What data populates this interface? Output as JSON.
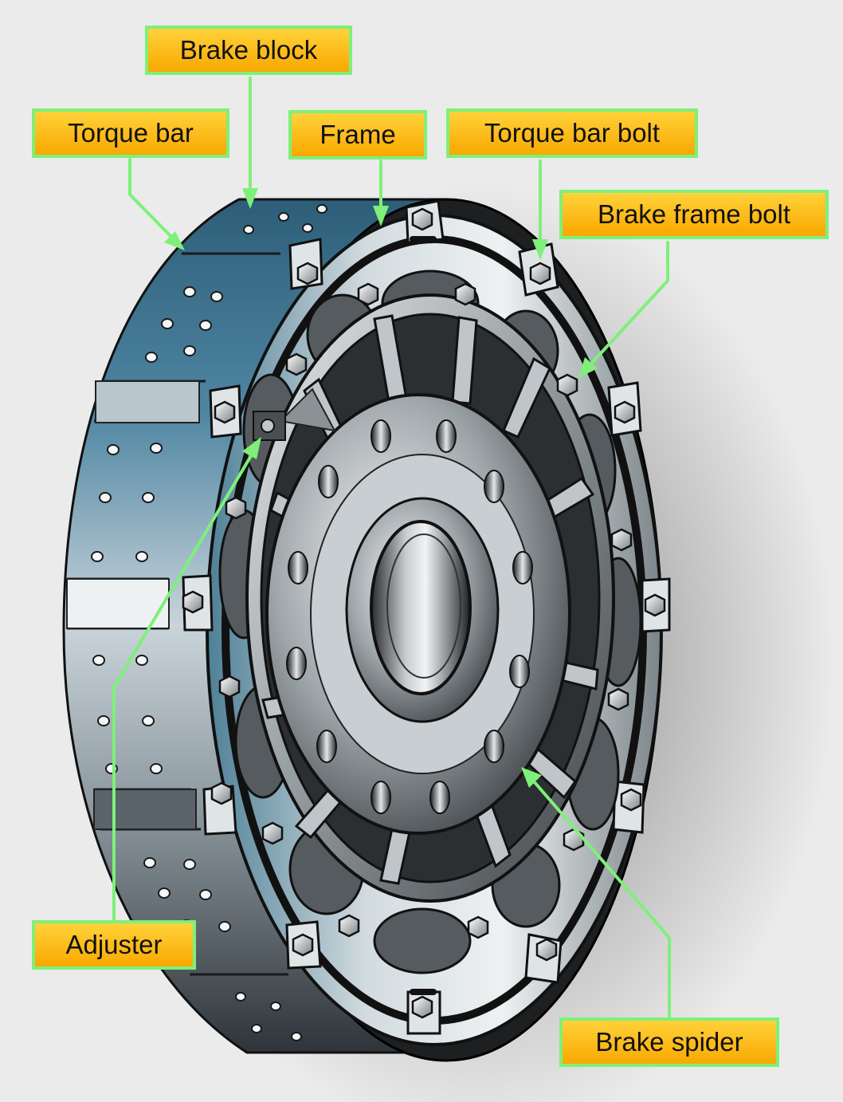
{
  "figure": {
    "subject": "aircraft multiple-disc brake assembly",
    "label_fill": "#fcb814",
    "label_border": "#7ef07a",
    "leader_color": "#7ef07a",
    "background": "#ebebeb"
  },
  "labels": {
    "brake_block": "Brake block",
    "torque_bar": "Torque bar",
    "frame": "Frame",
    "torque_bar_bolt": "Torque bar bolt",
    "brake_frame_bolt": "Brake frame bolt",
    "adjuster": "Adjuster",
    "brake_spider": "Brake spider"
  }
}
